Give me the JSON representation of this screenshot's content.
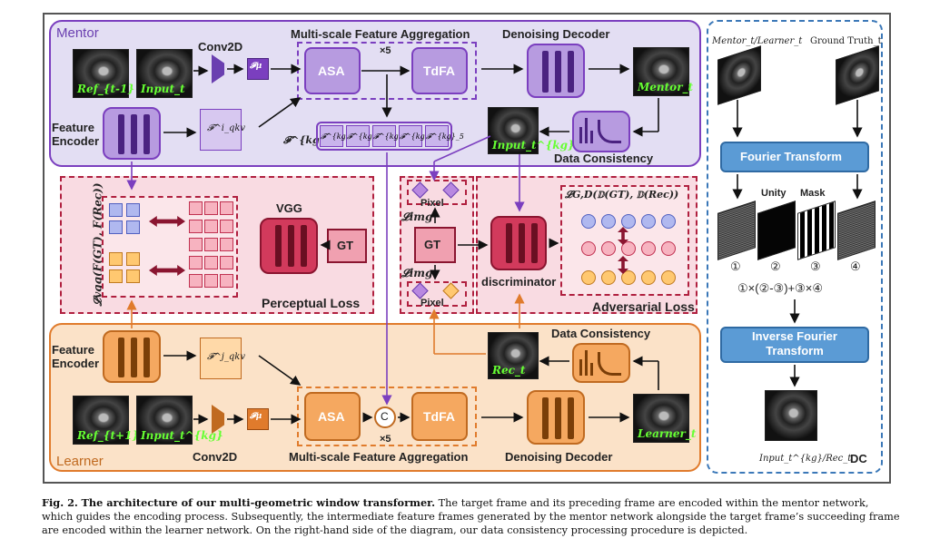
{
  "mentor": {
    "section_label": "Mentor",
    "conv_label": "Conv2D",
    "msfa_label": "Multi-scale Feature Aggregation",
    "asa": "ASA",
    "tdfa": "TdFA",
    "x5": "×5",
    "decoder_label": "Denoising Decoder",
    "feature_encoder": [
      "Feature",
      "Encoder"
    ],
    "data_consistency": "Data Consistency",
    "img_ref": "Ref_{t-1}",
    "img_input": "Input_t",
    "img_mentor": "Mentor_t",
    "img_input_kg": "Input_t^{kg}",
    "f_mu": "𝓕μ",
    "f_qkv": "𝓕^i_qkv",
    "fm_label": "𝓕^{kg}_M",
    "fkg": [
      "𝓕^{kg}_1",
      "𝓕^{kg}_2",
      "𝓕^{kg}_3",
      "𝓕^{kg}_4",
      "𝓕^{kg}_5"
    ]
  },
  "perceptual": {
    "loss_label": "Perceptual Loss",
    "vgg": "VGG",
    "gt": "GT",
    "lvgg": "𝓛vgg(F(GT), F(Rec))"
  },
  "pixel": {
    "pixel1": "Pixel",
    "pixel2": "Pixel",
    "limg1": "𝓛img",
    "limg2": "𝓛img",
    "gt": "GT"
  },
  "adversarial": {
    "loss_label": "Adversarial Loss",
    "discriminator": "discriminator",
    "lgd": "𝓛G,D(𝔻(GT), 𝔻(Rec))"
  },
  "learner": {
    "section_label": "Learner",
    "feature_encoder": [
      "Feature",
      "Encoder"
    ],
    "conv_label": "Conv2D",
    "msfa_label": "Multi-scale Feature Aggregation",
    "asa": "ASA",
    "c": "C",
    "tdfa": "TdFA",
    "x5": "×5",
    "decoder_label": "Denoising Decoder",
    "data_consistency": "Data Consistency",
    "img_ref": "Ref_{t+1}",
    "img_input": "Input_t^{kg}",
    "img_rec": "Rec_t",
    "img_learner": "Learner_t",
    "f_mu": "𝓕μ",
    "f_qkv": "𝓕^j_qkv"
  },
  "dc": {
    "label": "DC",
    "input_label": "Mentor_t/Learner_t",
    "gt_label": "Ground Truth_t",
    "fourier": "Fourier Transform",
    "unity": "Unity",
    "mask": "Mask",
    "nums": [
      "①",
      "②",
      "③",
      "④"
    ],
    "formula": "①×(②-③)+③×④",
    "inverse": [
      "Inverse Fourier",
      "Transform"
    ],
    "output_label": "Input_t^{kg}/Rec_t"
  },
  "caption": {
    "fig": "Fig. 2.",
    "title": "The architecture of our multi-geometric window transformer.",
    "body": "The target frame and its preceding frame are encoded within the mentor network, which guides the encoding process. Subsequently, the intermediate feature frames generated by the mentor network alongside the target frame’s succeeding frame are encoded within the learner network. On the right-hand side of the diagram, our data consistency processing procedure is depicted."
  },
  "colors": {
    "mentor_bg": "#e3def3",
    "mentor_border": "#7b3fbf",
    "learner_bg": "#fbe2c8",
    "learner_border": "#e07b2c",
    "loss_bg": "#f9dbe2",
    "loss_border": "#b0203f",
    "dc_border": "#3b78b8"
  }
}
